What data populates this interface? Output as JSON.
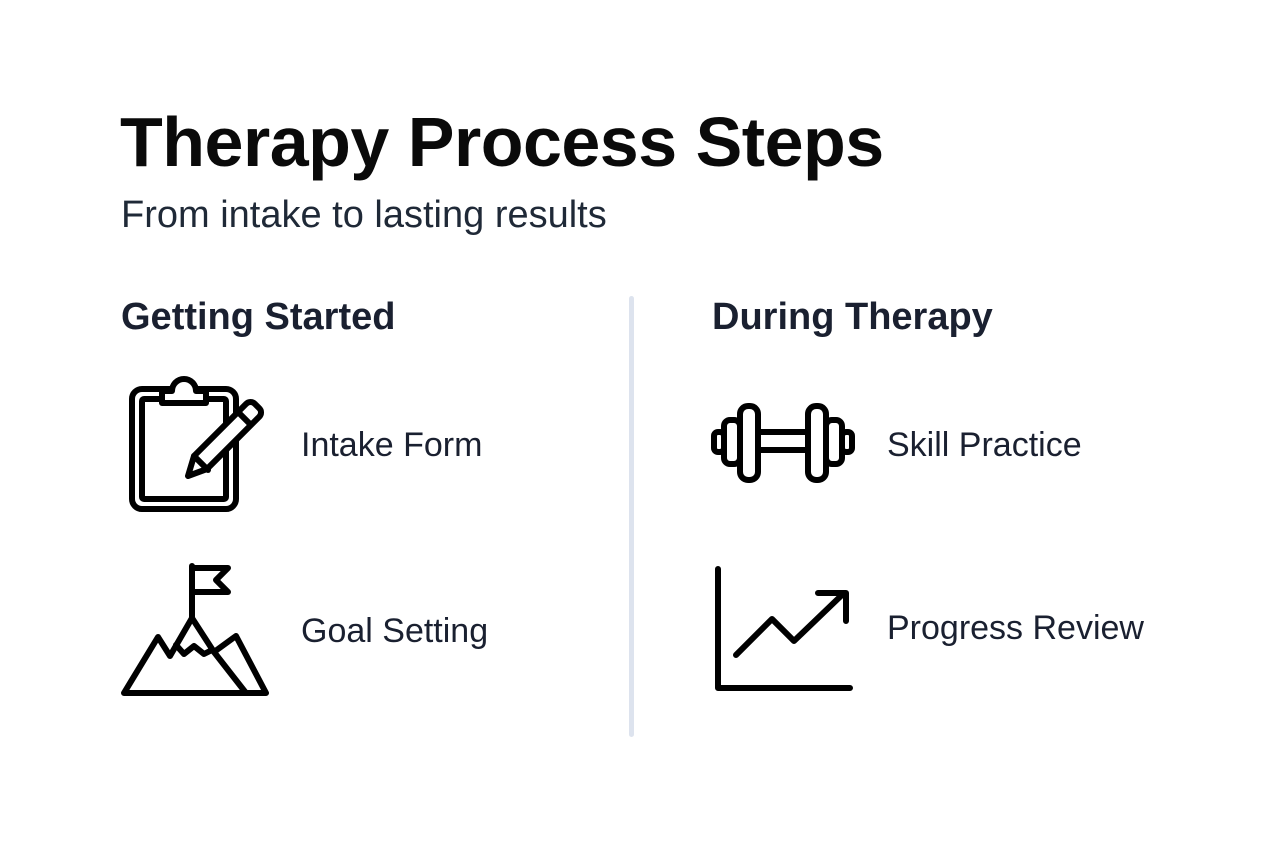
{
  "header": {
    "title": "Therapy Process Steps",
    "subtitle": "From intake to lasting results"
  },
  "sections": [
    {
      "title": "Getting Started",
      "items": [
        {
          "label": "Intake Form",
          "icon": "clipboard-pencil-icon"
        },
        {
          "label": "Goal Setting",
          "icon": "mountain-flag-icon"
        }
      ]
    },
    {
      "title": "During Therapy",
      "items": [
        {
          "label": "Skill Practice",
          "icon": "dumbbell-icon"
        },
        {
          "label": "Progress Review",
          "icon": "trending-chart-icon"
        }
      ]
    }
  ],
  "colors": {
    "title": "#0a0a0a",
    "text": "#1a2030",
    "divider": "#dde3ee",
    "icon_stroke": "#000000",
    "background": "#ffffff"
  }
}
